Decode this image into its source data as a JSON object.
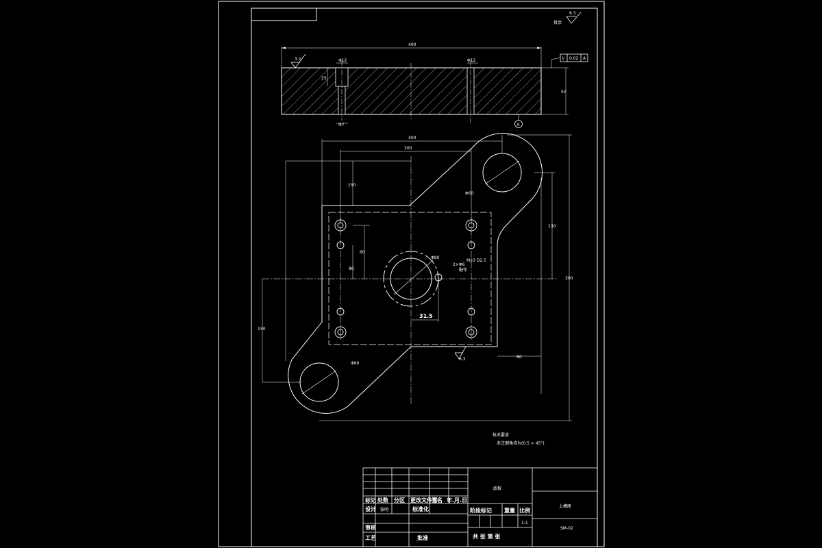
{
  "colors": {
    "background": "#000000",
    "line": "#ffffff"
  },
  "roughness": {
    "general": "6.3",
    "top_face": "3.2",
    "hole_bore": "3.2",
    "bottom_face": "6.3"
  },
  "geometric_tolerance": {
    "symbol": "//",
    "value": "0.02",
    "datum": "A"
  },
  "datum_label": "A",
  "dims": {
    "section_length": "400",
    "section_thickness": "50",
    "section_bore_depth": "25",
    "section_bore_dia": "Φ12",
    "section_pin_dia": "Φ12",
    "section_hole_bottom": "Φ7",
    "plan_overall_width": "400",
    "plan_hole_spacing": "300",
    "plan_ear_offset": "150",
    "plan_inner_vertical": "60",
    "plan_lower_vertical": "80",
    "plan_right_vertical": "130",
    "plan_overall_height": "300",
    "plan_left_vertical": "150",
    "plan_right_bottom": "80",
    "ear_hole_top": "Φ60",
    "ear_hole_bottom": "Φ60",
    "center_bore": "Φ80",
    "offset_x": "31.5",
    "small_hole_label": "2×Φ6",
    "small_hole_note": "M10 D2.5",
    "small_hole_note2": "配作"
  },
  "notes": {
    "heading": "技术要求",
    "line1": "未注倒角均为(0.5 × 45°)"
  },
  "title_block": {
    "drawing_title": "底板",
    "part_name": "上模座",
    "drawing_no": "SM-02",
    "row_labels": [
      "标记",
      "处数",
      "分区",
      "更改文件号",
      "签名",
      "年.月.日"
    ],
    "design_label": "设计",
    "design_name": "张明",
    "design_date": "",
    "std_label": "标准化",
    "review_label": "审核",
    "process_label": "工艺",
    "approve_label": "批准",
    "stage_label": "阶段标记",
    "weight_label": "重量",
    "scale_label": "比例",
    "scale_value": "1:1",
    "sheets_label": "共  张  第  张"
  }
}
